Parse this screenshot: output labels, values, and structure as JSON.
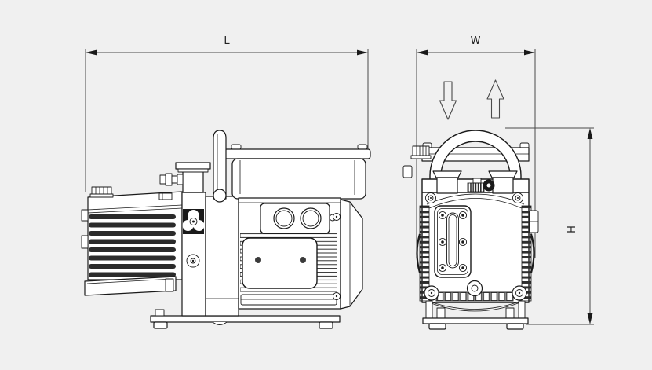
{
  "dimensions": {
    "L": {
      "label": "L"
    },
    "W": {
      "label": "W"
    },
    "H": {
      "label": "H"
    }
  },
  "flow_arrows": {
    "inlet": "down-arrow-icon",
    "exhaust": "up-arrow-icon"
  },
  "colors": {
    "background": "#f0f0f0",
    "line": "#1a1a1a",
    "fill": "#ffffff",
    "fin": "#2b2b2b",
    "dimension": "#4a4a4a",
    "label": "#222222"
  }
}
